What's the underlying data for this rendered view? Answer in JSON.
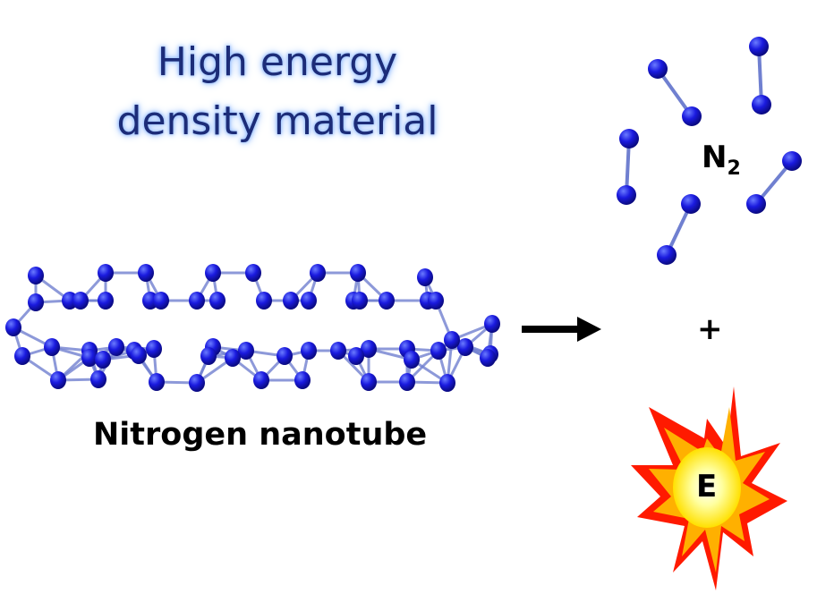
{
  "title": {
    "line1": "High energy",
    "line2": "density material"
  },
  "nanotube_label": "Nitrogen nanotube",
  "product_label": "N",
  "product_subscript": "2",
  "plus": "+",
  "energy_label": "E",
  "colors": {
    "atom": "#1a1adf",
    "bond": "#7080d0",
    "title": "#1c2c78",
    "flame_outer": "#ff1a00",
    "flame_inner": "#ffe000"
  }
}
